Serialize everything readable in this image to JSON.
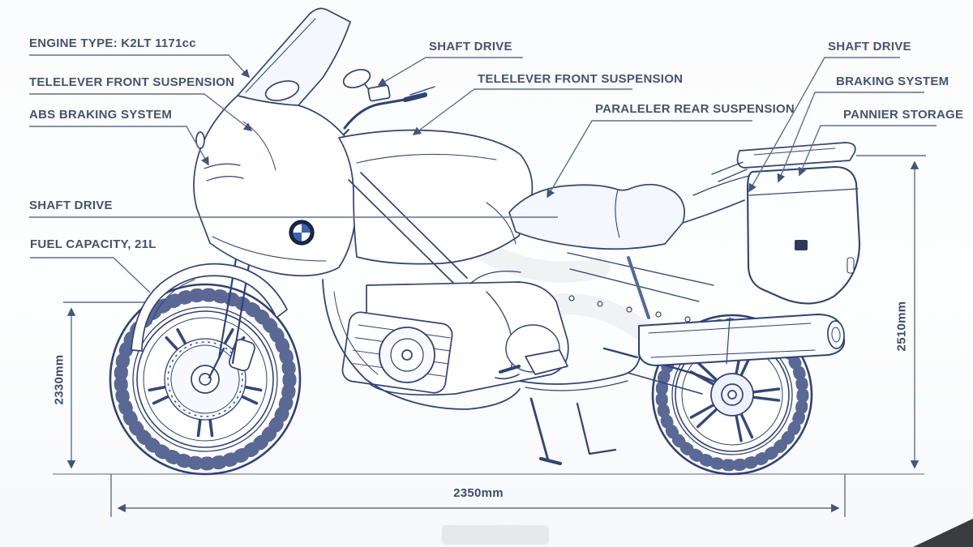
{
  "meta": {
    "subject": "BMW touring motorcycle technical blueprint diagram"
  },
  "callouts": {
    "engine_type": "ENGINE TYPE: K2LT 1171cc",
    "telelever_left": "TELELEVER FRONT SUSPENSION",
    "abs_braking": "ABS BRAKING SYSTEM",
    "shaft_drive_left": "SHAFT DRIVE",
    "fuel_capacity": "FUEL CAPACITY, 21L",
    "shaft_drive_mid": "SHAFT DRIVE",
    "telelever_mid": "TELELEVER FRONT SUSPENSION",
    "rear_suspension": "PARALELER REAR SUSPENSION",
    "shaft_drive_right": "SHAFT DRIVE",
    "braking_system": "BRAKING SYSTEM",
    "pannier_storage": "PANNIER STORAGE"
  },
  "dimensions": {
    "front_height": "2330mm",
    "rear_height": "2510mm",
    "overall_length": "2350mm"
  },
  "icons": {
    "fairing_badge": "bmw-roundel-icon",
    "pannier_badge": "bmw-badge-icon"
  },
  "colors": {
    "ink": "#2f4279",
    "ink_light": "#7386ad",
    "leader": "#5f6f92",
    "label_text": "#44536f",
    "background": "#fcfdfe"
  }
}
